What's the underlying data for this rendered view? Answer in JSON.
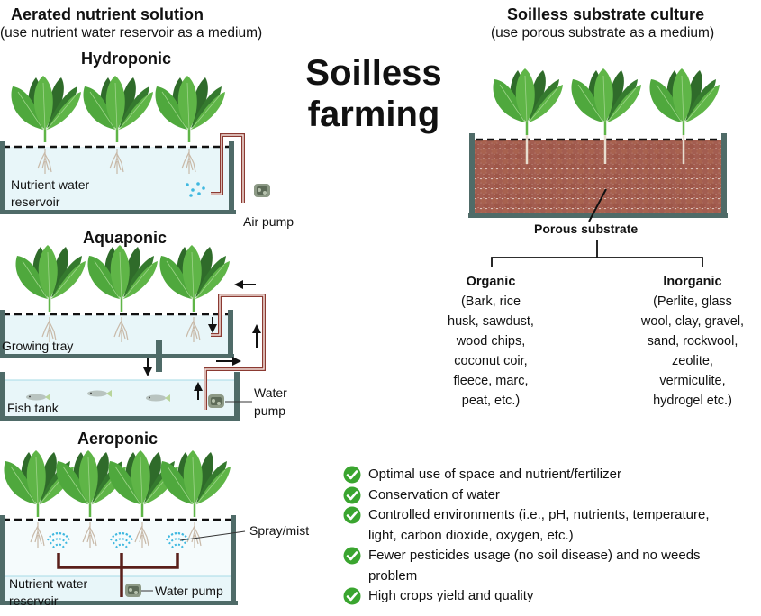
{
  "title": "Soilless farming",
  "title_lines": [
    "Soilless",
    "farming"
  ],
  "left": {
    "heading": "Aerated nutrient solution",
    "subheading": "(use nutrient water reservoir as a medium)",
    "hydroponic": {
      "title": "Hydroponic",
      "reservoir_label_1": "Nutrient water",
      "reservoir_label_2": "reservoir",
      "pump_label": "Air pump",
      "plant_count": 3
    },
    "aquaponic": {
      "title": "Aquaponic",
      "tray_label": "Growing tray",
      "tank_label": "Fish tank",
      "pump_label_1": "Water",
      "pump_label_2": "pump",
      "plant_count": 3,
      "fish_count": 3
    },
    "aeroponic": {
      "title": "Aeroponic",
      "spray_label": "Spray/mist",
      "reservoir_label_1": "Nutrient water",
      "reservoir_label_2": "reservoir",
      "pump_label": "Water pump",
      "plant_count": 4
    }
  },
  "right": {
    "heading": "Soilless substrate culture",
    "subheading": "(use porous substrate as a medium)",
    "substrate_label": "Porous substrate",
    "plant_count": 3,
    "organic": {
      "title": "Organic",
      "lines": [
        "(Bark, rice",
        "husk, sawdust,",
        "wood chips,",
        "coconut coir,",
        "fleece, marc,",
        "peat, etc.)"
      ]
    },
    "inorganic": {
      "title": "Inorganic",
      "lines": [
        "(Perlite, glass",
        "wool, clay, gravel,",
        "sand, rockwool,",
        "zeolite,",
        "vermiculite,",
        "hydrogel etc.)"
      ]
    }
  },
  "benefits": [
    {
      "icon": "check-circle-icon",
      "text": "Optimal use of space and nutrient/fertilizer"
    },
    {
      "icon": "check-circle-icon",
      "text": "Conservation of water"
    },
    {
      "icon": "check-circle-icon",
      "text": "Controlled environments (i.e., pH, nutrients, temperature,\nlight, carbon dioxide, oxygen, etc.)"
    },
    {
      "icon": "check-circle-icon",
      "text": "Fewer pesticides usage (no soil disease) and no weeds\nproblem"
    },
    {
      "icon": "check-circle-icon",
      "text": "High crops yield and quality"
    }
  ],
  "colors": {
    "tank_wall": "#4f6b68",
    "water": "#e8f6f9",
    "water_line": "#a6dbe6",
    "pipe": "#8b3a32",
    "substrate": "#a35d50",
    "leaf_dark": "#2f6b2a",
    "leaf_mid": "#3e8f34",
    "leaf_light": "#5fb547",
    "check": "#3aa52f",
    "spray": "#3fb8e0"
  }
}
